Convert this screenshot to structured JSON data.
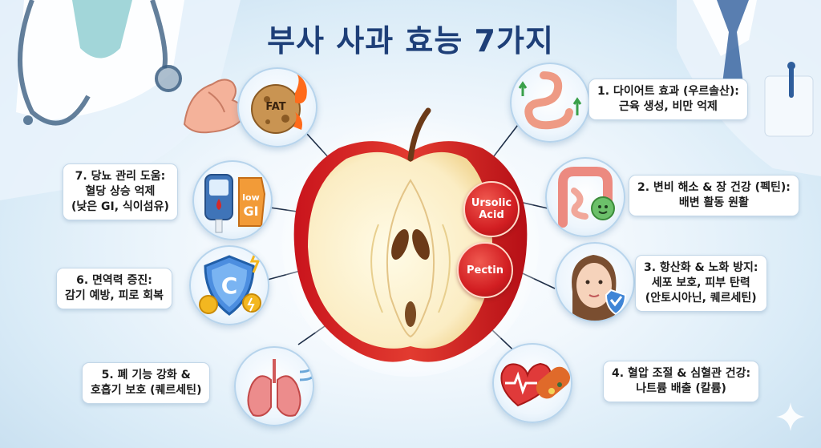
{
  "title": "부사 사과 효능 7가지",
  "apple_badges": [
    {
      "lines": [
        "Ursolic",
        "Acid"
      ]
    },
    {
      "lines": [
        "Pectin"
      ]
    }
  ],
  "icon_text": {
    "fat": "FAT",
    "low": "low",
    "gi": "GI",
    "vitamin": "C"
  },
  "benefits": [
    {
      "lines": [
        "1. 다이어트 효과 (우르솔산):",
        "근육 생성, 비만 억제"
      ],
      "icon": "intestine-icon"
    },
    {
      "lines": [
        "2. 변비 해소 & 장 건강 (펙틴):",
        "배변 활동 원활"
      ],
      "icon": "colon-icon"
    },
    {
      "lines": [
        "3. 항산화 & 노화 방지:",
        "세포 보호, 피부 탄력",
        "(안토시아닌, 퀘르세틴)"
      ],
      "icon": "face-shield-icon"
    },
    {
      "lines": [
        "4. 혈압 조절 & 심혈관 건강:",
        "나트륨 배출 (칼륨)"
      ],
      "icon": "heart-vessel-icon"
    },
    {
      "lines": [
        "5. 폐 기능 강화 &",
        "호흡기 보호 (퀘르세틴)"
      ],
      "icon": "lungs-icon"
    },
    {
      "lines": [
        "6. 면역력 증진:",
        "감기 예방, 피로 회복"
      ],
      "icon": "vitamin-c-shield-icon"
    },
    {
      "lines": [
        "7. 당뇨 관리 도움:",
        "혈당 상승 억제",
        "(낮은 GI, 식이섬유)"
      ],
      "icon": "glucose-meter-icon"
    }
  ],
  "colors": {
    "title": "#1e3f78",
    "apple_red": "#d21e22",
    "accent_blue": "#2f7fd0"
  }
}
